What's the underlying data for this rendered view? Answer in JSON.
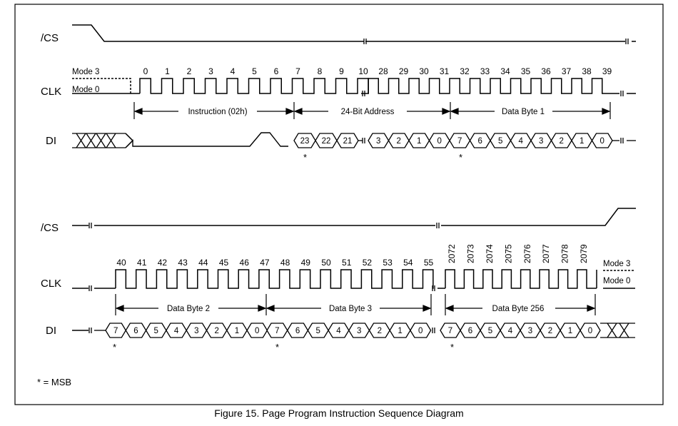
{
  "caption": "Figure 15. Page Program Instruction Sequence Diagram",
  "signals": {
    "cs": "/CS",
    "clk": "CLK",
    "di": "DI"
  },
  "modes": {
    "mode3": "Mode 3",
    "mode0": "Mode 0"
  },
  "top": {
    "clock_numbers_a": [
      "0",
      "1",
      "2",
      "3",
      "4",
      "5",
      "6",
      "7",
      "8",
      "9",
      "10"
    ],
    "clock_numbers_b": [
      "28",
      "29",
      "30",
      "31",
      "32",
      "33",
      "34",
      "35",
      "36",
      "37",
      "38",
      "39"
    ],
    "segments": [
      "Instruction (02h)",
      "24-Bit Address",
      "Data Byte 1"
    ],
    "address_cells_a": [
      "23",
      "22",
      "21"
    ],
    "address_cells_b": [
      "3",
      "2",
      "1",
      "0"
    ],
    "data_cells": [
      "7",
      "6",
      "5",
      "4",
      "3",
      "2",
      "1",
      "0"
    ]
  },
  "bottom": {
    "clock_numbers_a": [
      "40",
      "41",
      "42",
      "43",
      "44",
      "45",
      "46",
      "47",
      "48",
      "49",
      "50",
      "51",
      "52",
      "53",
      "54",
      "55"
    ],
    "clock_numbers_b": [
      "2072",
      "2073",
      "2074",
      "2075",
      "2076",
      "2077",
      "2078",
      "2079"
    ],
    "segments": [
      "Data Byte 2",
      "Data Byte 3",
      "Data Byte 256"
    ],
    "data_cells": [
      "7",
      "6",
      "5",
      "4",
      "3",
      "2",
      "1",
      "0"
    ]
  },
  "msb_marker": "*",
  "legend": "* = MSB"
}
